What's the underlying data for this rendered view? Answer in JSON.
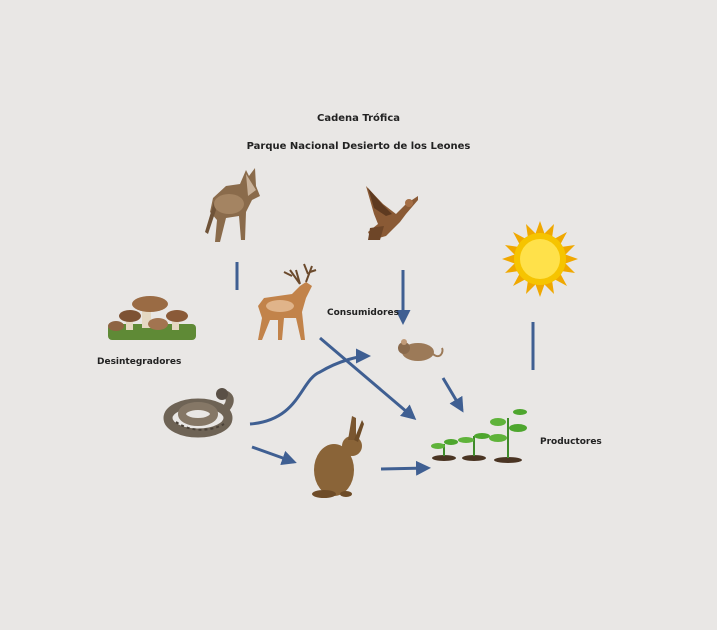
{
  "diagram": {
    "title": "Cadena Trófica",
    "subtitle": "Parque Nacional Desierto de los Leones",
    "labels": {
      "consumers": "Consumidores",
      "decomposers": "Desintegradores",
      "producers": "Productores"
    }
  },
  "icons": [
    "coyote-icon",
    "hawk-icon",
    "sun-icon",
    "mushrooms-icon",
    "deer-icon",
    "mouse-icon",
    "snake-icon",
    "rabbit-icon",
    "plants-icon"
  ],
  "colors": {
    "background": "#e9e7e5",
    "arrow": "#3f5f92",
    "sun": "#f6c400"
  }
}
